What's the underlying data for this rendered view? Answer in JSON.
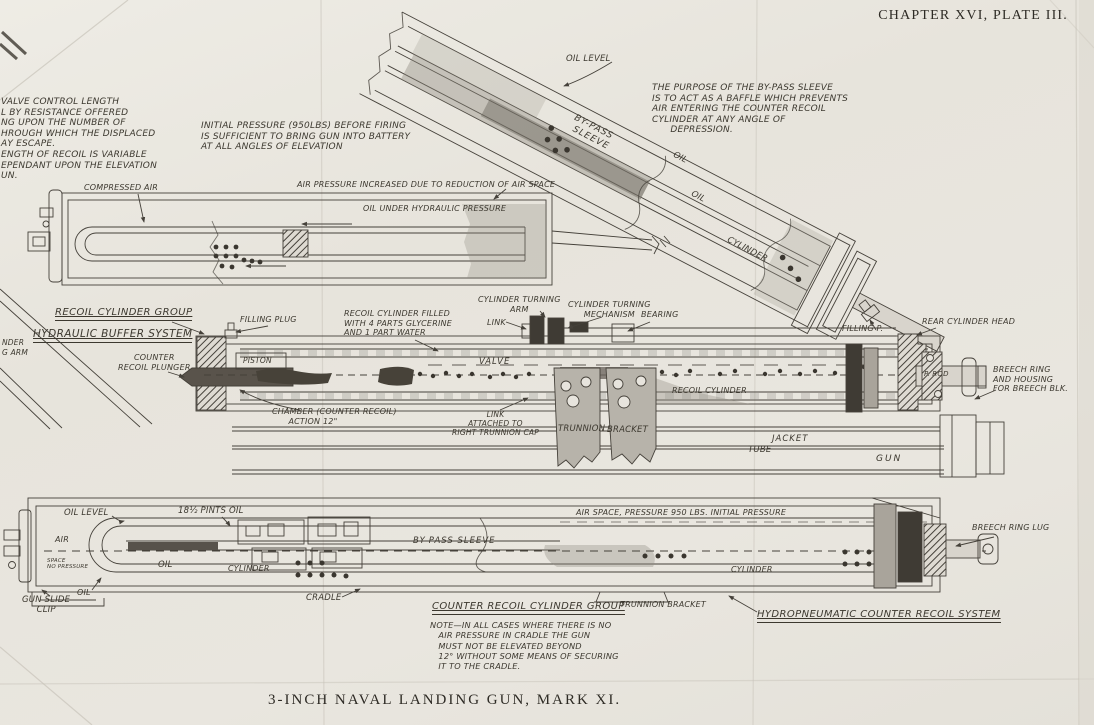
{
  "page": {
    "chapter": "CHAPTER XVI, PLATE III.",
    "caption": "3-INCH NAVAL LANDING GUN, MARK XI."
  },
  "notes": {
    "valve_control": "VALVE CONTROL LENGTH\nL BY RESISTANCE OFFERED\nNG UPON THE NUMBER OF\nHROUGH WHICH THE DISPLACED\nAY ESCAPE.\nENGTH OF RECOIL IS VARIABLE\nEPENDANT UPON THE ELEVATION\nUN.",
    "initial_pressure": "INITIAL PRESSURE (950LBS) BEFORE FIRING\nIS SUFFICIENT TO BRING GUN INTO BATTERY\nAT ALL ANGLES OF ELEVATION",
    "bypass_purpose": "THE PURPOSE OF THE BY-PASS SLEEVE\nIS TO ACT AS A BAFFLE WHICH PREVENTS\nAIR ENTERING THE COUNTER RECOIL\nCYLINDER AT ANY ANGLE OF\n      DEPRESSION."
  },
  "buffer_drawing": {
    "compressed_air": "COMPRESSED AIR",
    "air_pressure": "AIR PRESSURE INCREASED DUE TO REDUCTION OF AIR SPACE",
    "oil_hydraulic": "OIL UNDER HYDRAULIC PRESSURE"
  },
  "inclined_drawing": {
    "oil_level": "OIL LEVEL",
    "bypass_sleeve": "BY-PASS\n SLEEVE",
    "oil_upper": "OIL",
    "oil_lower": "OIL",
    "cylinder": "CYLINDER"
  },
  "recoil_drawing": {
    "group_title": "RECOIL CYLINDER GROUP",
    "system_title": "HYDRAULIC BUFFER SYSTEM",
    "filling_plug": "FILLING PLUG",
    "fill_note": "RECOIL CYLINDER FILLED\nWITH 4 PARTS GLYCERINE\nAND 1 PART WATER",
    "turning_arm": "CYLINDER TURNING\nARM",
    "link": "LINK",
    "turning_mechanism": "CYLINDER TURNING\nMECHANISM",
    "bearing": "BEARING",
    "filling_p": "FILLING P.",
    "rear_cylinder_head": "REAR CYLINDER HEAD",
    "counter_recoil_plunger": "COUNTER\nRECOIL PLUNGER",
    "piston": "PISTON",
    "chamber": "CHAMBER (COUNTER RECOIL)\n      ACTION 12\"",
    "valve": "VALVE",
    "link_attached": "LINK\nATTACHED TO\nRIGHT TRUNNION CAP",
    "recoil_cylinder": "RECOIL CYLINDER",
    "trunnion": "TRUNNION",
    "bracket": "BRACKET",
    "p_rod": "P. ROD",
    "breech_ring": "BREECH RING\nAND HOUSING\nFOR BREECH BLK.",
    "jacket": "JACKET",
    "tube": "TUBE",
    "gun": "GUN",
    "edge_fragment_top": "NDER",
    "edge_fragment_bottom": "G ARM"
  },
  "counter_drawing": {
    "oil_level": "OIL LEVEL",
    "pints": "18½ PINTS OIL",
    "air": "AIR",
    "space_no_pressure": "SPACE\nNO PRESSURE",
    "oil_mid": "OIL",
    "cylinder_left": "CYLINDER",
    "oil_low": "OIL",
    "gun_slide_clip": "GUN SLIDE\nCLIP",
    "cradle": "CRADLE",
    "bypass_sleeve": "BY-PASS SLEEVE",
    "air_space": "AIR SPACE, PRESSURE 950 LBS. INITIAL PRESSURE",
    "cylinder_right": "CYLINDER",
    "trunnion_bracket": "TRUNNION BRACKET",
    "group_title": "COUNTER RECOIL CYLINDER GROUP",
    "note": "NOTE—IN ALL CASES WHERE THERE IS NO\n   AIR PRESSURE IN CRADLE THE GUN\n   MUST NOT BE ELEVATED BEYOND\n   12° WITHOUT SOME MEANS OF SECURING\n   IT TO THE CRADLE.",
    "system_title": "HYDROPNEUMATIC COUNTER RECOIL SYSTEM",
    "breech_ring_lug": "BREECH RING LUG"
  }
}
